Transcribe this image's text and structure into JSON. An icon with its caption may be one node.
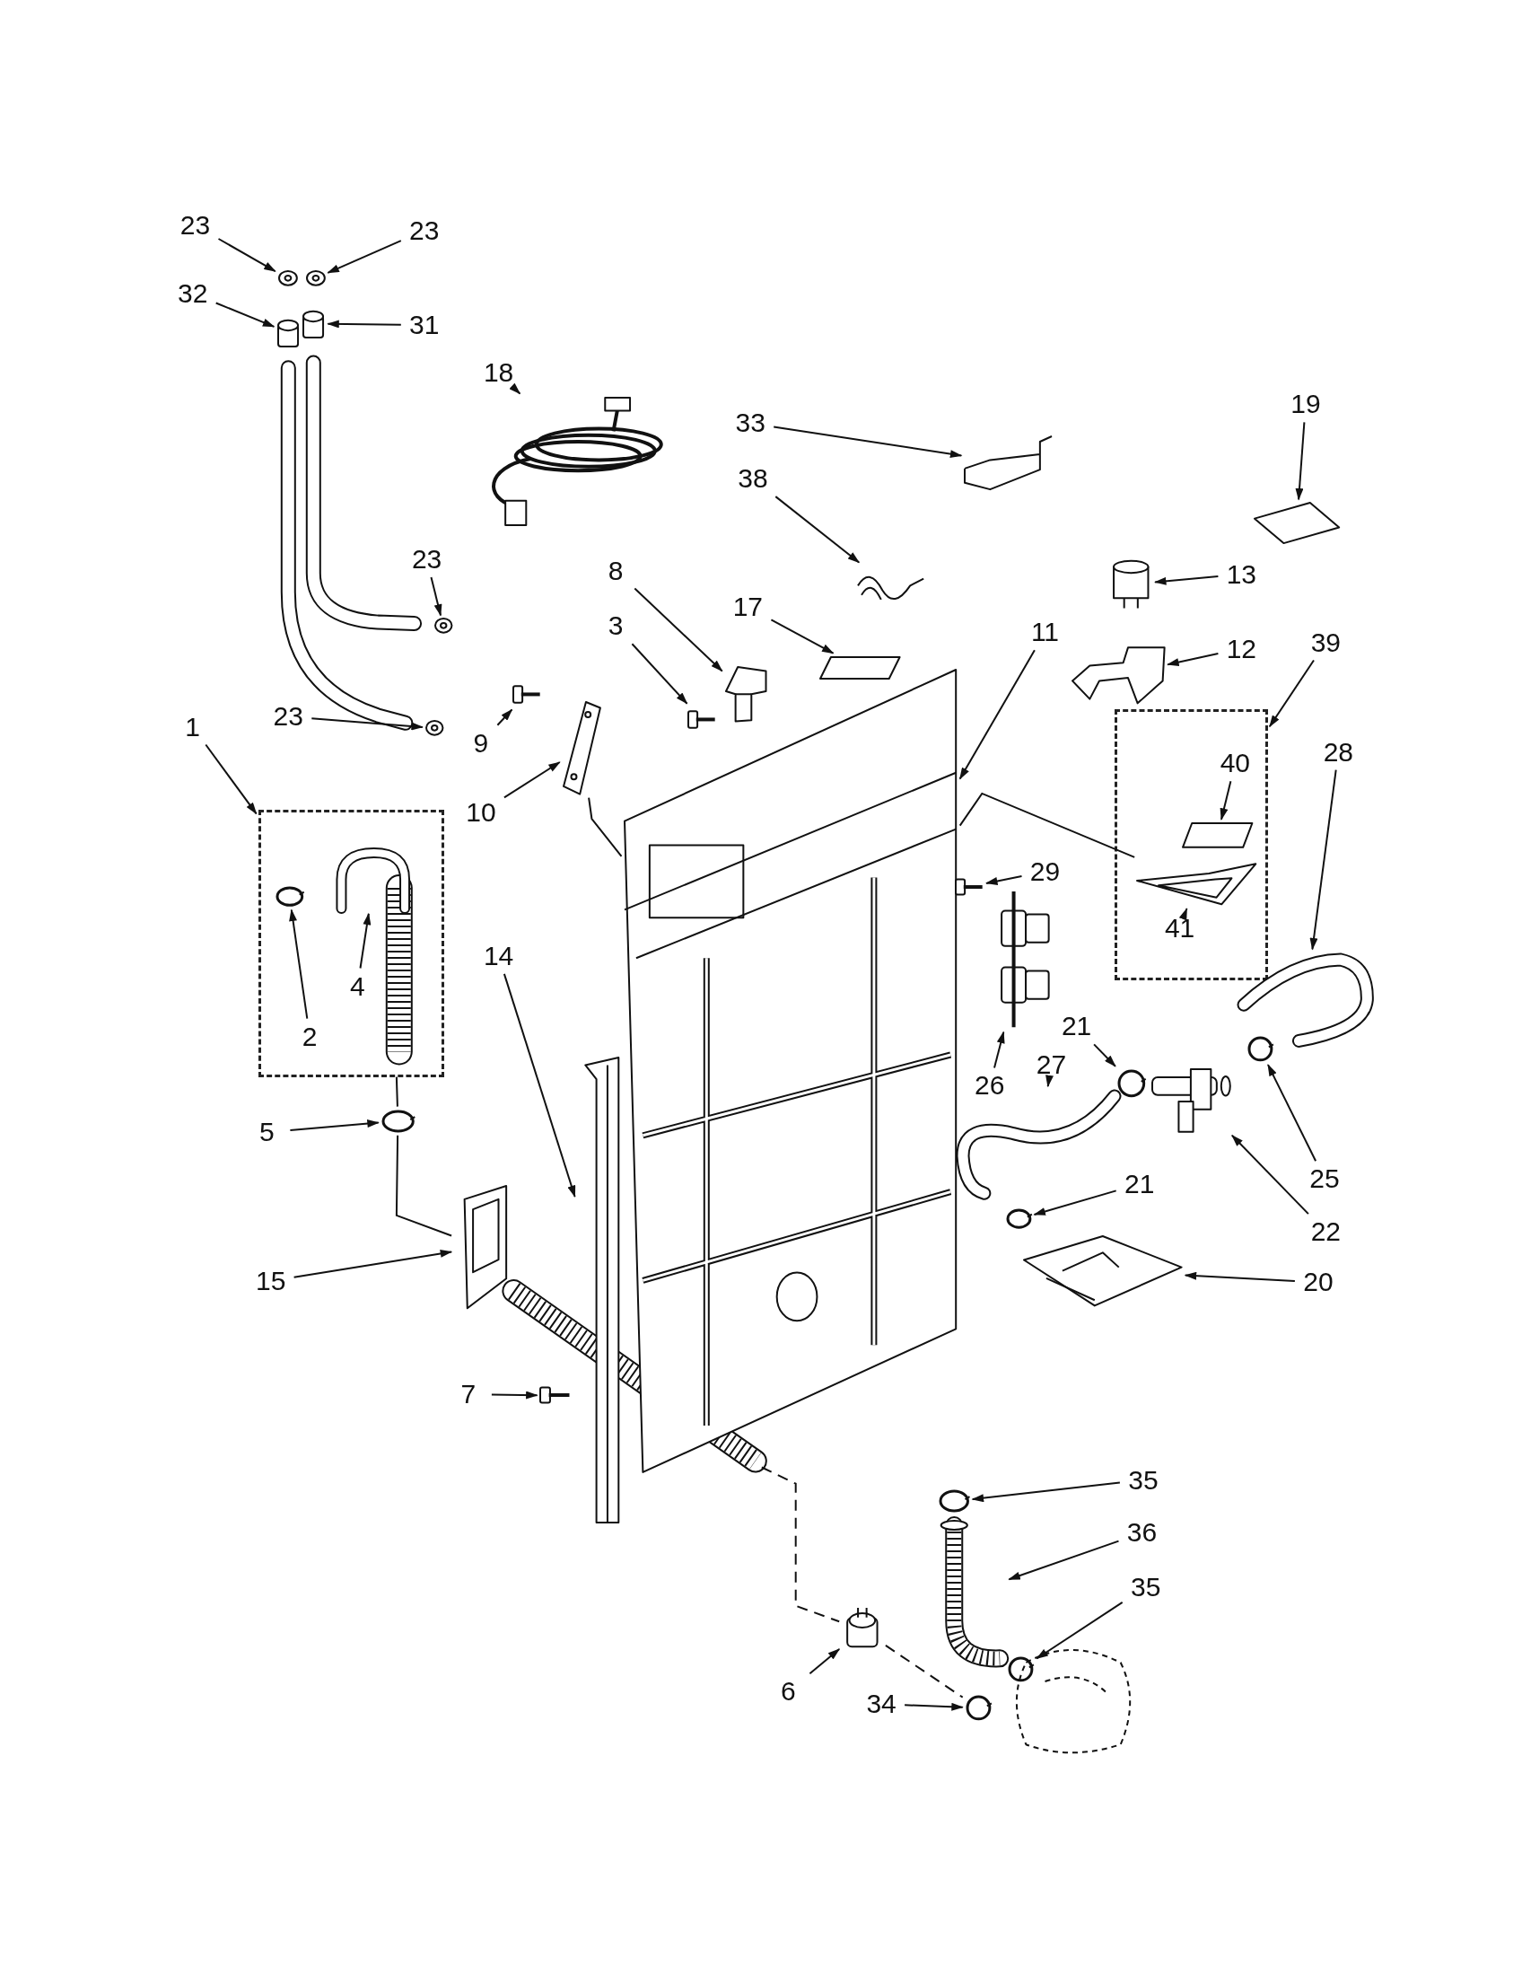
{
  "diagram": {
    "nodes": [
      {
        "text": [
          "23"
        ]
      },
      {
        "text": [],
        "shape": "circle"
      },
      {
        "text": [
          "23"
        ]
      },
      {
        "text": [],
        "shape": "circle"
      },
      {
        "text": [
          "32"
        ]
      },
      {
        "text": [],
        "shape": "cylinder"
      },
      {
        "text": [
          "31"
        ]
      },
      {
        "text": [],
        "shape": "cylinder"
      },
      {
        "text": [
          "18"
        ]
      },
      {
        "text": [],
        "shape": "picture"
      },
      {
        "text": [
          "33"
        ]
      },
      {
        "text": [],
        "shape": "picture"
      },
      {
        "text": [
          "19"
        ]
      },
      {
        "text": [],
        "shape": "bar"
      },
      {
        "text": [
          "38"
        ]
      },
      {
        "text": [],
        "shape": "picture"
      },
      {
        "text": [
          "13"
        ]
      },
      {
        "text": [],
        "shape": "cylinder"
      },
      {
        "text": [
          "8"
        ]
      },
      {
        "text": [],
        "shape": "picture"
      },
      {
        "text": [
          "17"
        ]
      },
      {
        "text": [],
        "shape": "bar"
      },
      {
        "text": [
          "23"
        ]
      },
      {
        "text": [],
        "shape": "circle"
      },
      {
        "text": [
          "11"
        ]
      },
      {
        "text": [],
        "shape": "picture"
      },
      {
        "text": [
          "3"
        ]
      },
      {
        "text": [],
        "shape": "picture"
      },
      {
        "text": [
          "12"
        ]
      },
      {
        "text": [],
        "shape": "picture"
      },
      {
        "text": [
          "39"
        ]
      },
      {
        "text": [],
        "shape": "box"
      },
      {
        "text": [
          "23"
        ]
      },
      {
        "text": [],
        "shape": "circle"
      },
      {
        "text": [
          "9"
        ]
      },
      {
        "text": [],
        "shape": "picture"
      },
      {
        "text": [
          "1"
        ]
      },
      {
        "text": [],
        "shape": "box"
      },
      {
        "text": [
          "10"
        ]
      },
      {
        "text": [],
        "shape": "picture"
      },
      {
        "text": [
          "28"
        ]
      },
      {
        "text": [],
        "shape": "picture"
      },
      {
        "text": [
          "40"
        ],
        "in": 31
      },
      {
        "text": [],
        "shape": "bar",
        "in": 31
      },
      {
        "text": [
          "4"
        ],
        "in": 37
      },
      {
        "text": [],
        "shape": "picture",
        "in": 37
      },
      {
        "text": [
          "2"
        ],
        "in": 37
      },
      {
        "text": [],
        "shape": "circle",
        "in": 37
      },
      {
        "text": [
          "14"
        ]
      },
      {
        "text": [],
        "shape": "picture"
      },
      {
        "text": [
          "41"
        ],
        "in": 31
      },
      {
        "text": [],
        "shape": "picture",
        "in": 31
      },
      {
        "text": [
          "29"
        ]
      },
      {
        "text": [],
        "shape": "picture"
      },
      {
        "text": [
          "26"
        ]
      },
      {
        "text": [],
        "shape": "picture"
      },
      {
        "text": [
          "21"
        ]
      },
      {
        "text": [],
        "shape": "circle"
      },
      {
        "text": [
          "27"
        ]
      },
      {
        "text": [],
        "shape": "picture"
      },
      {
        "text": [
          "21"
        ]
      },
      {
        "text": [],
        "shape": "circle"
      },
      {
        "text": [
          "25"
        ]
      },
      {
        "text": [],
        "shape": "circle"
      },
      {
        "text": [
          "22"
        ]
      },
      {
        "text": [],
        "shape": "picture"
      },
      {
        "text": [
          "20"
        ]
      },
      {
        "text": [],
        "shape": "picture"
      },
      {
        "text": [
          "5"
        ]
      },
      {
        "text": [],
        "shape": "circle"
      },
      {
        "text": [
          "15"
        ]
      },
      {
        "text": [],
        "shape": "picture"
      },
      {
        "text": [
          "7"
        ]
      },
      {
        "text": [],
        "shape": "picture"
      },
      {
        "text": [
          "35"
        ]
      },
      {
        "text": [],
        "shape": "circle"
      },
      {
        "text": [
          "36"
        ]
      },
      {
        "text": [],
        "shape": "picture"
      },
      {
        "text": [
          "35"
        ]
      },
      {
        "text": [],
        "shape": "circle"
      },
      {
        "text": [
          "6"
        ]
      },
      {
        "text": [],
        "shape": "cylinder"
      },
      {
        "text": [
          "34"
        ]
      },
      {
        "text": [],
        "shape": "circle"
      }
    ],
    "edges": [
      {
        "from": 0,
        "to": 1,
        "arrow": "to"
      },
      {
        "from": 2,
        "to": 3,
        "arrow": "to"
      },
      {
        "from": 4,
        "to": 5,
        "arrow": "to"
      },
      {
        "from": 6,
        "to": 7,
        "arrow": "to"
      },
      {
        "from": 8,
        "to": 9,
        "arrow": "to"
      },
      {
        "from": 10,
        "to": 11,
        "arrow": "to"
      },
      {
        "from": 12,
        "to": 13,
        "arrow": "to"
      },
      {
        "from": 14,
        "to": 15,
        "arrow": "to"
      },
      {
        "from": 16,
        "to": 17,
        "arrow": "to"
      },
      {
        "from": 18,
        "to": 19,
        "arrow": "to"
      },
      {
        "from": 20,
        "to": 21,
        "arrow": "to"
      },
      {
        "from": 22,
        "to": 23,
        "arrow": "to"
      },
      {
        "from": 24,
        "to": 25,
        "arrow": "to"
      },
      {
        "from": 26,
        "to": 27,
        "arrow": "to"
      },
      {
        "from": 28,
        "to": 29,
        "arrow": "to"
      },
      {
        "from": 30,
        "to": 31,
        "arrow": "to"
      },
      {
        "from": 32,
        "to": 33,
        "arrow": "to"
      },
      {
        "from": 34,
        "to": 35,
        "arrow": "to"
      },
      {
        "from": 36,
        "to": 37,
        "arrow": "to"
      },
      {
        "from": 38,
        "to": 39,
        "arrow": "to"
      },
      {
        "from": 40,
        "to": 41,
        "arrow": "to"
      },
      {
        "from": 42,
        "to": 43,
        "arrow": "to"
      },
      {
        "from": 44,
        "to": 45,
        "arrow": "to"
      },
      {
        "from": 46,
        "to": 47,
        "arrow": "to"
      },
      {
        "from": 48,
        "to": 49,
        "arrow": "to"
      },
      {
        "from": 50,
        "to": 51,
        "arrow": "to"
      },
      {
        "from": 52,
        "to": 53,
        "arrow": "to"
      },
      {
        "from": 54,
        "to": 55,
        "arrow": "to"
      },
      {
        "from": 56,
        "to": 57,
        "arrow": "to"
      },
      {
        "from": 58,
        "to": 59,
        "arrow": "to"
      },
      {
        "from": 60,
        "to": 61,
        "arrow": "to"
      },
      {
        "from": 62,
        "to": 63,
        "arrow": "to"
      },
      {
        "from": 64,
        "to": 65,
        "arrow": "to"
      },
      {
        "from": 66,
        "to": 67,
        "arrow": "to"
      },
      {
        "from": 68,
        "to": 69,
        "arrow": "to"
      },
      {
        "from": 70,
        "to": 71,
        "arrow": "to"
      },
      {
        "from": 72,
        "to": 73,
        "arrow": "to"
      },
      {
        "from": 74,
        "to": 75,
        "arrow": "to"
      },
      {
        "from": 76,
        "to": 77,
        "arrow": "to"
      },
      {
        "from": 78,
        "to": 79,
        "arrow": "to"
      },
      {
        "from": 80,
        "to": 81,
        "arrow": "to"
      },
      {
        "from": 82,
        "to": 83,
        "arrow": "to"
      },
      {
        "from": 37,
        "to": 69,
        "arrow": "none"
      },
      {
        "from": 69,
        "to": 71,
        "arrow": "none"
      },
      {
        "from": 39,
        "to": 25,
        "arrow": "none"
      },
      {
        "from": 25,
        "to": 51,
        "arrow": "none"
      },
      {
        "from": null,
        "to": 81,
        "arrow": "none",
        "style": "dashed"
      },
      {
        "from": 81,
        "to": 83,
        "arrow": "none",
        "style": "dashed"
      }
    ]
  }
}
